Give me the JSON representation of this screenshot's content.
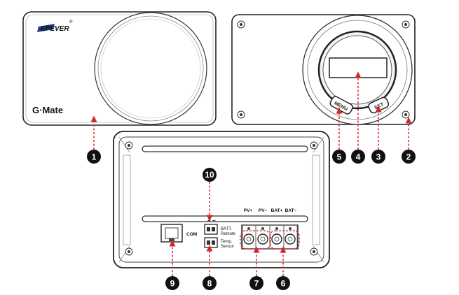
{
  "front_panel": {
    "brand_logo": "EPEVER",
    "registered_mark": "®",
    "product_logo": "G·Mate"
  },
  "keypad": {
    "menu_button": "MENU",
    "set_button": "SET"
  },
  "rear_panel": {
    "com_label": "COM",
    "batt_remote_label_line1": "BATT.",
    "batt_remote_label_line2": "Remote",
    "temp_sensor_label_line1": "Temp.",
    "temp_sensor_label_line2": "Sensor",
    "terminal_polarity_plus": "+",
    "terminal_polarity_minus": "−",
    "terminals": [
      "PV+",
      "PV−",
      "BAT+",
      "BAT−"
    ]
  },
  "callouts": [
    "1",
    "2",
    "3",
    "4",
    "5",
    "6",
    "7",
    "8",
    "9",
    "10"
  ],
  "colors": {
    "outline": "#222222",
    "callout_line": "#d0282c",
    "callout_badge": "#111111",
    "panel_fill": "#ffffff",
    "brand_blue": "#1e3f8a"
  }
}
